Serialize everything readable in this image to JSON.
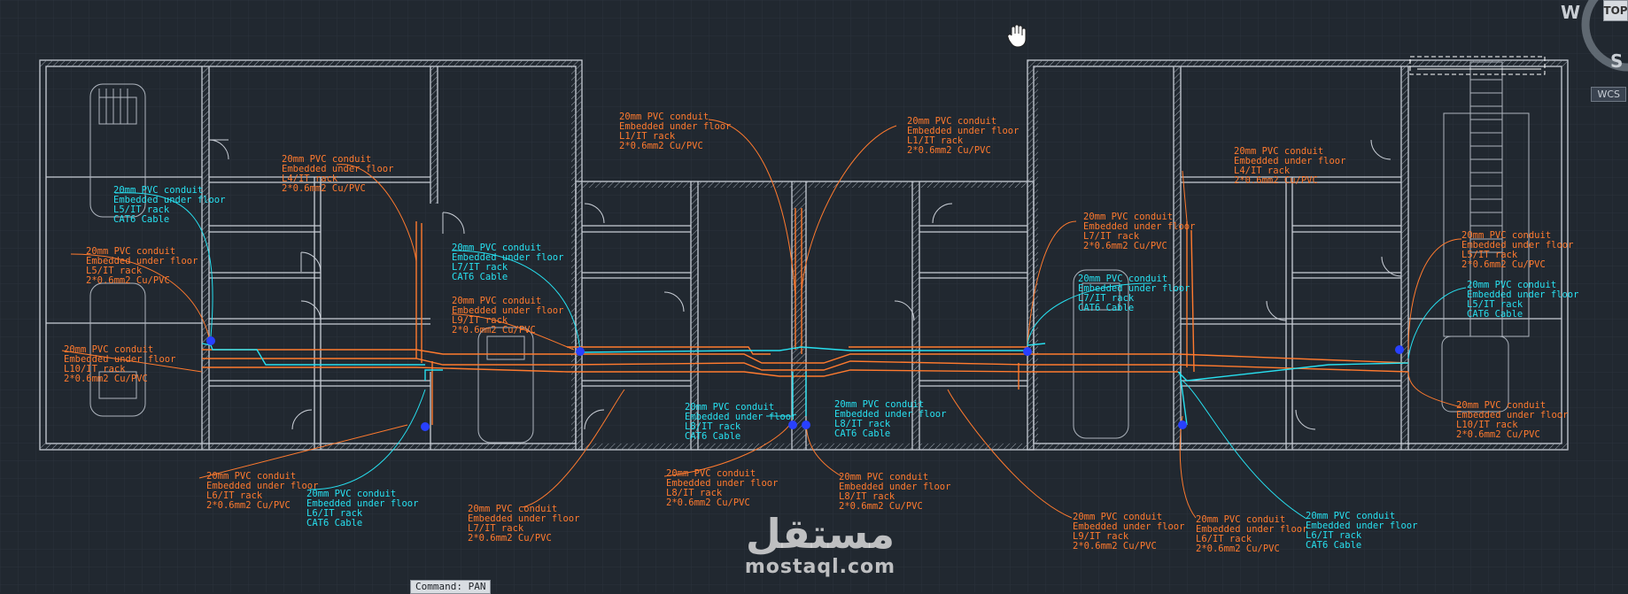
{
  "viewcube": {
    "west": "W",
    "south": "S",
    "top": "TOP",
    "wcs": "WCS"
  },
  "command_line": "Command: PAN",
  "watermark": {
    "arabic": "مستقل",
    "latin": "mostaql.com"
  },
  "colors": {
    "background": "#212830",
    "grid": "#2c3540",
    "walls": "#c9ced6",
    "power": "#ff7a2e",
    "data": "#27e0f0",
    "hatch": "#9aa3ad"
  },
  "icons": [
    "pan-hand-icon",
    "viewcube-icon"
  ],
  "annotations": [
    {
      "id": "n1",
      "color": "orange",
      "lines": [
        "20mm PVC conduit",
        "Embedded under floor",
        "L1/IT rack",
        "2*0.6mm2 Cu/PVC"
      ]
    },
    {
      "id": "n2",
      "color": "orange",
      "lines": [
        "20mm PVC conduit",
        "Embedded under floor",
        "L1/IT rack",
        "2*0.6mm2 Cu/PVC"
      ]
    },
    {
      "id": "n3",
      "color": "orange",
      "lines": [
        "20mm PVC conduit",
        "Embedded under floor",
        "L4/IT rack",
        "2*0.6mm2 Cu/PVC"
      ]
    },
    {
      "id": "n4",
      "color": "cyan",
      "lines": [
        "20mm PVC conduit",
        "Embedded under floor",
        "L5/IT rack",
        "CAT6 Cable"
      ]
    },
    {
      "id": "n5",
      "color": "orange",
      "lines": [
        "20mm PVC conduit",
        "Embedded under floor",
        "L5/IT rack",
        "2*0.6mm2 Cu/PVC"
      ]
    },
    {
      "id": "n6",
      "color": "cyan",
      "lines": [
        "20mm PVC conduit",
        "Embedded under floor",
        "L7/IT rack",
        "CAT6 Cable"
      ]
    },
    {
      "id": "n7",
      "color": "orange",
      "lines": [
        "20mm PVC conduit",
        "Embedded under floor",
        "L9/IT rack",
        "2*0.6mm2 Cu/PVC"
      ]
    },
    {
      "id": "n8",
      "color": "orange",
      "lines": [
        "20mm PVC conduit",
        "Embedded under floor",
        "L10/IT rack",
        "2*0.6mm2 Cu/PVC"
      ]
    },
    {
      "id": "n9",
      "color": "orange",
      "lines": [
        "20mm PVC conduit",
        "Embedded under floor",
        "L6/IT rack",
        "2*0.6mm2 Cu/PVC"
      ]
    },
    {
      "id": "n10",
      "color": "cyan",
      "lines": [
        "20mm PVC conduit",
        "Embedded under floor",
        "L6/IT rack",
        "CAT6 Cable"
      ]
    },
    {
      "id": "n11",
      "color": "orange",
      "lines": [
        "20mm PVC conduit",
        "Embedded under floor",
        "L7/IT rack",
        "2*0.6mm2 Cu/PVC"
      ]
    },
    {
      "id": "n12",
      "color": "cyan",
      "lines": [
        "20mm PVC conduit",
        "Embedded under floor",
        "L8/IT rack",
        "CAT6 Cable"
      ]
    },
    {
      "id": "n13",
      "color": "cyan",
      "lines": [
        "20mm PVC conduit",
        "Embedded under floor",
        "L8/IT rack",
        "CAT6 Cable"
      ]
    },
    {
      "id": "n14",
      "color": "orange",
      "lines": [
        "20mm PVC conduit",
        "Embedded under floor",
        "L8/IT rack",
        "2*0.6mm2 Cu/PVC"
      ]
    },
    {
      "id": "n15",
      "color": "orange",
      "lines": [
        "20mm PVC conduit",
        "Embedded under floor",
        "L8/IT rack",
        "2*0.6mm2 Cu/PVC"
      ]
    },
    {
      "id": "n16",
      "color": "orange",
      "lines": [
        "20mm PVC conduit",
        "Embedded under floor",
        "L4/IT rack",
        "2*0.6mm2 Cu/PVC"
      ]
    },
    {
      "id": "n17",
      "color": "orange",
      "lines": [
        "20mm PVC conduit",
        "Embedded under floor",
        "L7/IT rack",
        "2*0.6mm2 Cu/PVC"
      ]
    },
    {
      "id": "n18",
      "color": "cyan",
      "lines": [
        "20mm PVC conduit",
        "Embedded under floor",
        "L7/IT rack",
        "CAT6 Cable"
      ]
    },
    {
      "id": "n19",
      "color": "orange",
      "lines": [
        "20mm PVC conduit",
        "Embedded under floor",
        "L5/IT rack",
        "2*0.6mm2 Cu/PVC"
      ]
    },
    {
      "id": "n20",
      "color": "cyan",
      "lines": [
        "20mm PVC conduit",
        "Embedded under floor",
        "L5/IT rack",
        "CAT6 Cable"
      ]
    },
    {
      "id": "n21",
      "color": "orange",
      "lines": [
        "20mm PVC conduit",
        "Embedded under floor",
        "L10/IT rack",
        "2*0.6mm2 Cu/PVC"
      ]
    },
    {
      "id": "n22",
      "color": "orange",
      "lines": [
        "20mm PVC conduit",
        "Embedded under floor",
        "L9/IT rack",
        "2*0.6mm2 Cu/PVC"
      ]
    },
    {
      "id": "n23",
      "color": "orange",
      "lines": [
        "20mm PVC conduit",
        "Embedded under floor",
        "L6/IT rack",
        "2*0.6mm2 Cu/PVC"
      ]
    },
    {
      "id": "n24",
      "color": "cyan",
      "lines": [
        "20mm PVC conduit",
        "Embedded under floor",
        "L6/IT rack",
        "CAT6 Cable"
      ]
    }
  ]
}
